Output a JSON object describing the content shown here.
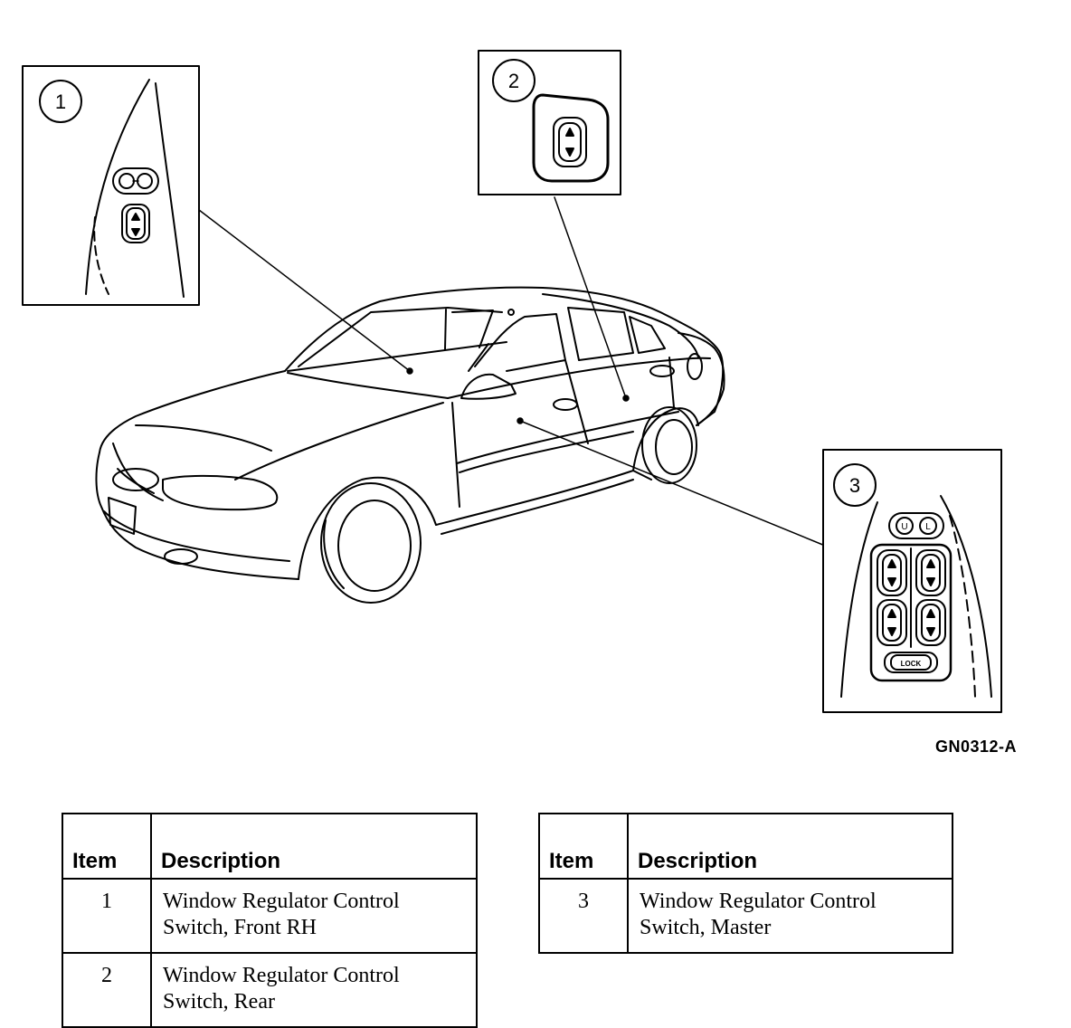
{
  "figure_code": "GN0312-A",
  "callouts": [
    {
      "number": "1"
    },
    {
      "number": "2"
    },
    {
      "number": "3"
    }
  ],
  "switch_labels": {
    "unlock": "U",
    "lock": "L",
    "lock_button": "LOCK"
  },
  "legend_tables": [
    {
      "header_item": "Item",
      "header_description": "Description",
      "rows": [
        {
          "item": "1",
          "line1": "Window Regulator Control",
          "line2": "Switch, Front RH"
        },
        {
          "item": "2",
          "line1": "Window Regulator Control",
          "line2": "Switch, Rear"
        }
      ]
    },
    {
      "header_item": "Item",
      "header_description": "Description",
      "rows": [
        {
          "item": "3",
          "line1": "Window Regulator Control",
          "line2": "Switch, Master"
        }
      ]
    }
  ]
}
